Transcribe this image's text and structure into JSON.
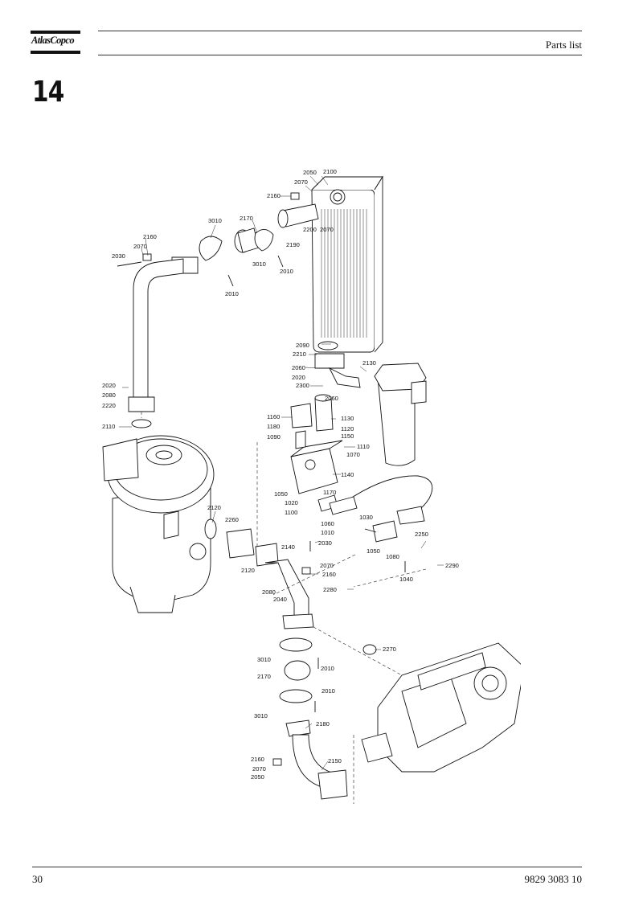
{
  "header": {
    "logo_text": "AtlasCopco",
    "section_title": "Parts list"
  },
  "chapter_number": "14",
  "diagram": {
    "labels": [
      "2050",
      "2100",
      "2070",
      "2160",
      "3010",
      "2170",
      "2200",
      "2070",
      "2190",
      "2010",
      "3010",
      "2160",
      "2070",
      "2030",
      "2010",
      "2090",
      "2210",
      "2130",
      "2060",
      "2020",
      "2300",
      "2020",
      "2080",
      "2220",
      "2060",
      "1160",
      "1130",
      "1180",
      "1120",
      "1150",
      "2110",
      "1090",
      "1110",
      "1070",
      "1140",
      "1050",
      "1170",
      "1020",
      "1100",
      "2120",
      "2260",
      "1030",
      "1060",
      "1010",
      "2030",
      "1050",
      "2250",
      "1080",
      "2290",
      "1040",
      "2120",
      "2140",
      "2070",
      "2160",
      "2080",
      "2040",
      "2280",
      "2270",
      "3010",
      "2010",
      "2170",
      "2010",
      "3010",
      "2180",
      "2160",
      "2150",
      "2070",
      "2050"
    ]
  },
  "footer": {
    "page_number": "30",
    "document_number": "9829 3083 10"
  }
}
